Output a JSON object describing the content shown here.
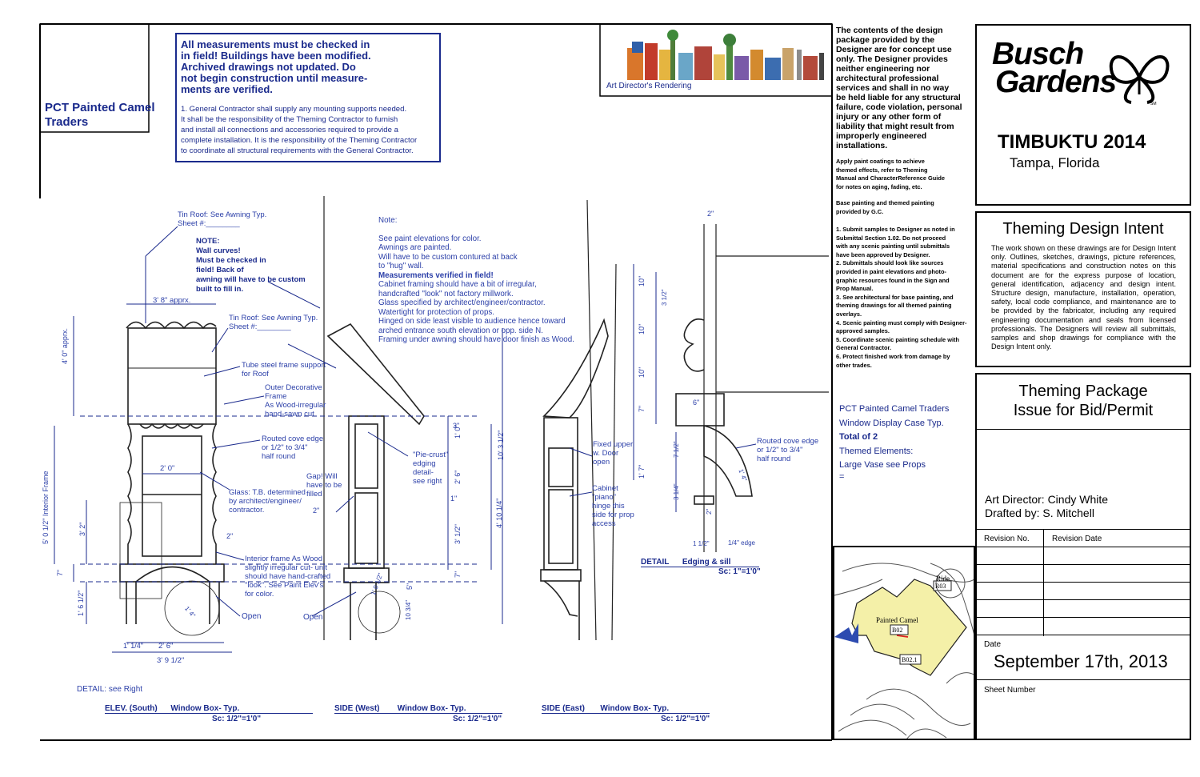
{
  "project_label": {
    "line1": "PCT Painted Camel",
    "line2": "Traders"
  },
  "warning": {
    "l1": "All measurements must be checked in",
    "l2": "in field! Buildings have been modified.",
    "l3": "Archived drawings not updated. Do",
    "l4": "not begin construction until measure-",
    "l5": "ments are verified."
  },
  "contractor_note": {
    "l1": "1. General Contractor shall supply any mounting supports needed.",
    "l2": "It shall be the responsibility of the Theming Contractor to furnish",
    "l3": "and install all connections and accessories required to provide a",
    "l4": "complete installation. It is the responsibility of the Theming Contractor",
    "l5": "to coordinate all structural requirements with the General Contractor."
  },
  "rendering_caption": "Art Director's Rendering",
  "disclaimer": {
    "l1": "The contents of the design",
    "l2": "package provided by the",
    "l3": "Designer are for concept use",
    "l4": "only. The Designer provides",
    "l5": "neither engineering nor",
    "l6": "architectural professional",
    "l7": "services and shall in no way",
    "l8": "be held liable for any structural",
    "l9": "failure, code violation, personal",
    "l10": "injury or any other form of",
    "l11": "liability that might result from",
    "l12": "improperly engineered",
    "l13": "installations."
  },
  "paint_note": {
    "l1": "Apply paint coatings to achieve",
    "l2": "themed effects, refer to Theming",
    "l3": "Manual and CharacterReference Guide",
    "l4": "for notes on aging, fading, etc.",
    "l5": "Base painting and themed painting",
    "l6": "provided by G.C."
  },
  "submittal_notes": {
    "l1": "1. Submit samples to Designer as noted in",
    "l2": "Submittal Section 1.02. Do not proceed",
    "l3": "with any scenic painting until submittals",
    "l4": "have been approved by Designer.",
    "l5": "2. Submittals should look like sources",
    "l6": "provided in paint elevations and photo-",
    "l7": "graphic resources found in the Sign and",
    "l8": "Prop Manual.",
    "l9": "3. See architectural for base painting, and",
    "l10": "theming drawings for all themed painting",
    "l11": "overlays.",
    "l12": "4. Scenic painting must comply with Designer-",
    "l13": "approved samples.",
    "l14": "5. Coordinate scenic painting schedule with",
    "l15": "General Contractor.",
    "l16": "6. Protect finished work from damage by",
    "l17": "other trades."
  },
  "package_list": {
    "l1": "PCT Painted Camel Traders",
    "l2": "Window Display Case Typ.",
    "l3": "Total of 2",
    "l4": "Themed Elements:",
    "l5": "Large Vase see Props",
    "l6": "="
  },
  "logo": {
    "line1": "Busch",
    "line2": "Gardens",
    "mark": "SM"
  },
  "project_title": "TIMBUKTU 2014",
  "project_location": "Tampa, Florida",
  "intent": {
    "title": "Theming Design Intent",
    "body": "The work shown on these drawings are for Design Intent only. Outlines, sketches, drawings, picture references, material specifications and construction notes on this document are for the express purpose of location, general identification, adjacency and design intent. Structure design, manufacture, installation, operation, safety, local code compliance, and maintenance are to be provided by the fabricator, including any required engineering documentation and seals from licensed professionals. The Designers will review all submittals, samples and shop drawings for compliance with the Design Intent only."
  },
  "package_title": {
    "l1": "Theming Package",
    "l2": "Issue for Bid/Permit"
  },
  "credits": {
    "director": "Art Director: Cindy White",
    "drafter": "Drafted by: S. Mitchell"
  },
  "revisions": {
    "col1": "Revision No.",
    "col2": "Revision Date"
  },
  "date_label": "Date",
  "date_value": "September 17th, 2013",
  "sheet_label": "Sheet Number",
  "map": {
    "ride": "Ride",
    "ride_code": "R03",
    "building": "Painted Camel",
    "code1": "B02",
    "code2": "B02.1"
  },
  "drawing_titles": {
    "south": "ELEV. (South)      Window Box- Typ.",
    "south_sc": "Sc: 1/2\"=1'0\"",
    "west": "SIDE (West)        Window Box- Typ.",
    "west_sc": "Sc: 1/2\"=1'0\"",
    "east": "SIDE (East)       Window Box- Typ.",
    "east_sc": "Sc: 1/2\"=1'0\"",
    "detail": "DETAIL      Edging & sill",
    "detail_sc": "Sc: 1\"=1'0\"",
    "detail_right": "DETAIL: see Right"
  },
  "annotations": {
    "tin_roof1a": "Tin Roof: See Awning Typ.",
    "tin_roof1b": "Sheet #:________",
    "note_caps_1": "NOTE:",
    "note_caps_2": "Wall curves!",
    "note_caps_3": "Must be checked in",
    "note_caps_4": "field! Back of",
    "note_caps_5": "awning will have to be custom",
    "note_caps_6": "built to fill in.",
    "tin_roof2a": "Tin Roof: See Awning Typ.",
    "tin_roof2b": "Sheet #:________",
    "tube_a": "Tube steel frame support",
    "tube_b": "for Roof",
    "outer_a": "Outer Decorative",
    "outer_b": "Frame",
    "outer_c": "As Wood-irregular",
    "outer_d": "hand-sawn cut",
    "routed_a": "Routed cove edge",
    "routed_b": "or 1/2\" to 3/4\"",
    "routed_c": "half round",
    "glass_a": "Glass: T.B. determined",
    "glass_b": "by architect/engineer/",
    "glass_c": "contractor.",
    "gap_a": "Gap! Will",
    "gap_b": "have to be",
    "gap_c": "filled",
    "interior_a": "Interior frame As Wood",
    "interior_b": "slightly irregular cut- unit",
    "interior_c": "should have hand-crafted",
    "interior_d": "\"look\".  See Paint Elev's",
    "interior_e": "for color.",
    "open1": "Open",
    "open2": "Open",
    "pie_a": "\"Pie-crust\"",
    "pie_b": "edging",
    "pie_c": "detail-",
    "pie_d": "see right",
    "fixed_a": "Fixed upper",
    "fixed_b": "w. Door",
    "fixed_c": "open",
    "cab_a": "Cabinet",
    "cab_b": "\"piano\"",
    "cab_c": "hinge this",
    "cab_d": "side for prop",
    "cab_e": "access",
    "routed2_a": "Routed cove edge",
    "routed2_b": "or 1/2\" to 3/4\"",
    "routed2_c": "half round",
    "quarter_edge": "1/4\" edge",
    "note_title": "Note:",
    "note_l1": "See paint elevations for color.",
    "note_l2": "Awnings are painted.",
    "note_l3": "Will have to be custom contured at back",
    "note_l4": "to \"hug\" wall.",
    "note_l5": "Measurements verified in field!",
    "note_l6": "Cabinet framing should have a bit of irregular,",
    "note_l7": "handcrafted \"look\" not factory millwork.",
    "note_l8": "Glass specified by architect/engineer/contractor.",
    "note_l9": "Watertight for protection of props.",
    "note_l10": "Hinged on side least visible to audience hence toward",
    "note_l11": "arched entrance south elevation or opp. side N.",
    "note_l12": "Framing under awning should have door finish as Wood."
  },
  "dims": {
    "w_top": "3' 8\" apprx.",
    "h_top": "4' 0\" apprx.",
    "h_frame": "5' 0 1/2\" Interior Frame",
    "h_32": "3' 2\"",
    "h_7": "7\"",
    "h_1612": "1' 6 1/2\"",
    "w_20": "2' 0\"",
    "w_14": "1' 1/4\"",
    "w_26": "2' 6\"",
    "w_3912": "3' 9 1/2\"",
    "d_2": "2\"",
    "d_2b": "2\"",
    "d_1412": "1' 4\"",
    "s_1012": "10' 3 1/2\"",
    "s_41014": "4' 10 1/4\"",
    "s_10": "1' 0\"",
    "s_26": "2' 6\"",
    "s_3112": "3' 1/2\"",
    "s_1": "1\"",
    "s_7": "7\"",
    "s_5": "5\"",
    "s_1034": "10 3/4\"",
    "s_1012b": "1' 0 1/2\"",
    "s_3": "3\"",
    "e_2": "2\"",
    "d_10a": "10\"",
    "d_312": "3 1/2\"",
    "d_10b": "10\"",
    "d_10c": "10\"",
    "d_7": "7\"",
    "d_6": "6\"",
    "d_712": "7 1/2\"",
    "d_17": "1' 7\"",
    "d_34": "3 1/4\"",
    "d_1412b": "1' 4\"",
    "d_112": "1 1/2\"",
    "d_2c": "2\""
  },
  "colors": {
    "ink": "#1a2a8c",
    "note": "#2b3fa8",
    "map_fill": "#f4f0a8",
    "arrow": "#2d4bb0"
  }
}
